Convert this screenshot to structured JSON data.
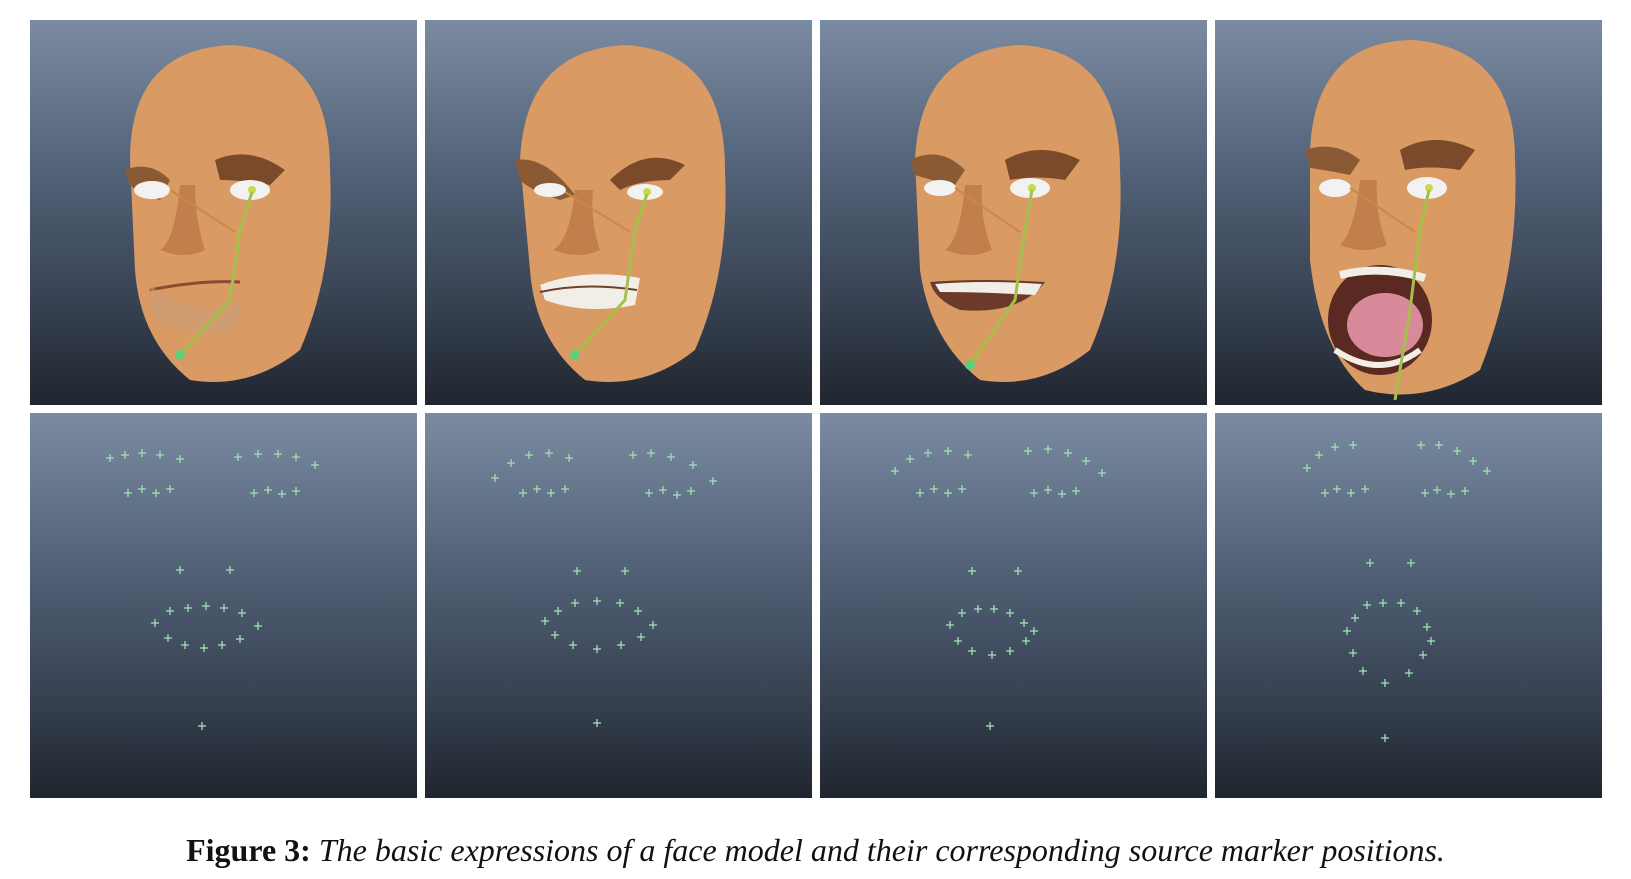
{
  "figure": {
    "label": "Figure 3:",
    "caption": "The basic expressions of a face model and their corresponding source marker positions."
  },
  "panels": {
    "faces": [
      {
        "expression": "neutral"
      },
      {
        "expression": "angry"
      },
      {
        "expression": "smile"
      },
      {
        "expression": "open-mouth"
      }
    ],
    "markers": [
      {
        "expression": "neutral"
      },
      {
        "expression": "angry"
      },
      {
        "expression": "smile"
      },
      {
        "expression": "open-mouth"
      }
    ]
  },
  "colors": {
    "marker": "#9fe0b6",
    "skin": "#d99a63",
    "background_top": "#7b8ba1",
    "background_bottom": "#20262f"
  }
}
